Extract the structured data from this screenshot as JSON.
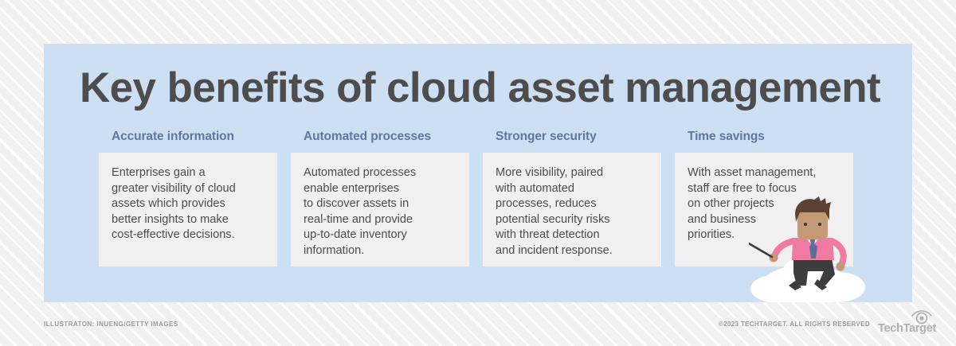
{
  "title": "Key benefits of cloud asset management",
  "colors": {
    "panel": "#cddff3",
    "card": "#f0f0f0",
    "heading": "#5d789f",
    "title": "#4d4d4d",
    "body_text": "#4c4c4c",
    "footer_text": "#9a9a9a",
    "shirt": "#ef7ba3",
    "hair": "#5b4334",
    "skin": "#c49a76",
    "tie": "#5a7099",
    "pants": "#3d3d3d",
    "cloud": "#ffffff"
  },
  "columns": [
    {
      "heading": "Accurate information",
      "body": "Enterprises gain a\ngreater visibility of cloud\nassets which provides\nbetter insights to make\ncost-effective decisions."
    },
    {
      "heading": "Automated processes",
      "body": "Automated processes\nenable enterprises\nto discover assets in\nreal-time and provide\nup-to-date inventory\ninformation."
    },
    {
      "heading": "Stronger security",
      "body": "More visibility, paired\nwith automated\nprocesses, reduces\npotential security risks\nwith threat detection\nand incident response."
    },
    {
      "heading": "Time savings",
      "body": "With asset management,\nstaff are free to focus\non other projects\nand business\npriorities."
    }
  ],
  "footer": {
    "credit": "ILLUSTRATON: INUENG/GETTY IMAGES",
    "copyright": "©2023 TECHTARGET. ALL RIGHTS RESERVED",
    "logo_text": "TechTarget"
  }
}
